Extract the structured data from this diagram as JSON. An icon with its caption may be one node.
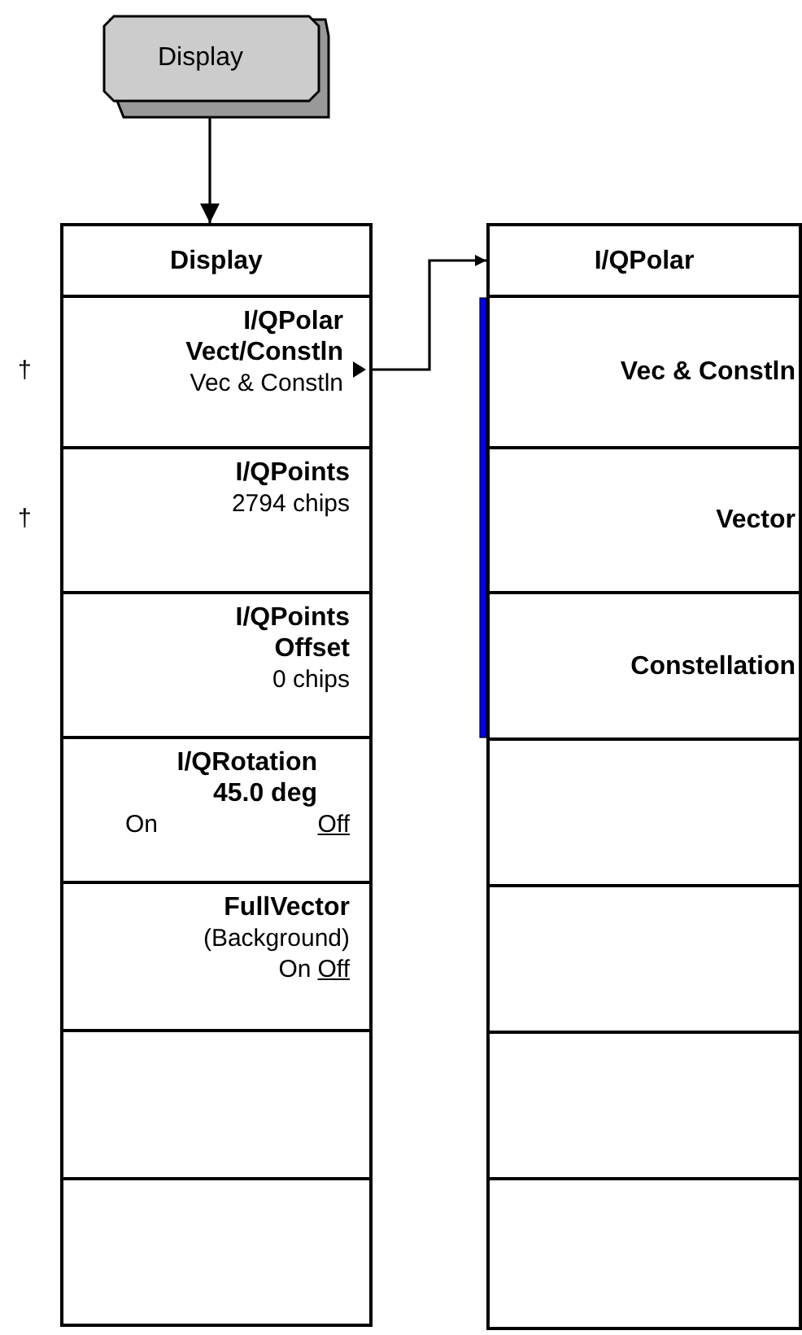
{
  "diagram": {
    "nodes": [
      {
        "text": [
          "Display"
        ]
      },
      {
        "text": [
          "Display"
        ]
      },
      {
        "text": [
          "I/QPolar Vect/Constln",
          "Vec & Constln"
        ],
        "beside": [
          "†"
        ]
      },
      {
        "text": [
          "I/QPoints",
          "2794 chips"
        ],
        "beside": [
          "†"
        ]
      },
      {
        "text": [
          "I/QPoints Offset",
          "0 chips"
        ]
      },
      {
        "text": [
          "I/QRotation 45.0 deg",
          "On",
          "Off"
        ]
      },
      {
        "text": [
          "FullVector",
          "(Background)",
          "On",
          "Off"
        ]
      },
      {
        "text": [],
        "shape": "box"
      },
      {
        "text": [],
        "shape": "box"
      },
      {
        "text": [
          "I/QPolar"
        ]
      },
      {
        "text": [
          "Vec & Constln"
        ]
      },
      {
        "text": [
          "Vector"
        ]
      },
      {
        "text": [
          "Constellation"
        ]
      },
      {
        "text": [],
        "shape": "box"
      },
      {
        "text": [],
        "shape": "box"
      },
      {
        "text": [],
        "shape": "box"
      },
      {
        "text": [],
        "shape": "box"
      }
    ],
    "edges": [
      {
        "from": 0,
        "to": 1,
        "arrow": "to"
      },
      {
        "from": 2,
        "to": 9,
        "arrow": "to"
      }
    ]
  }
}
